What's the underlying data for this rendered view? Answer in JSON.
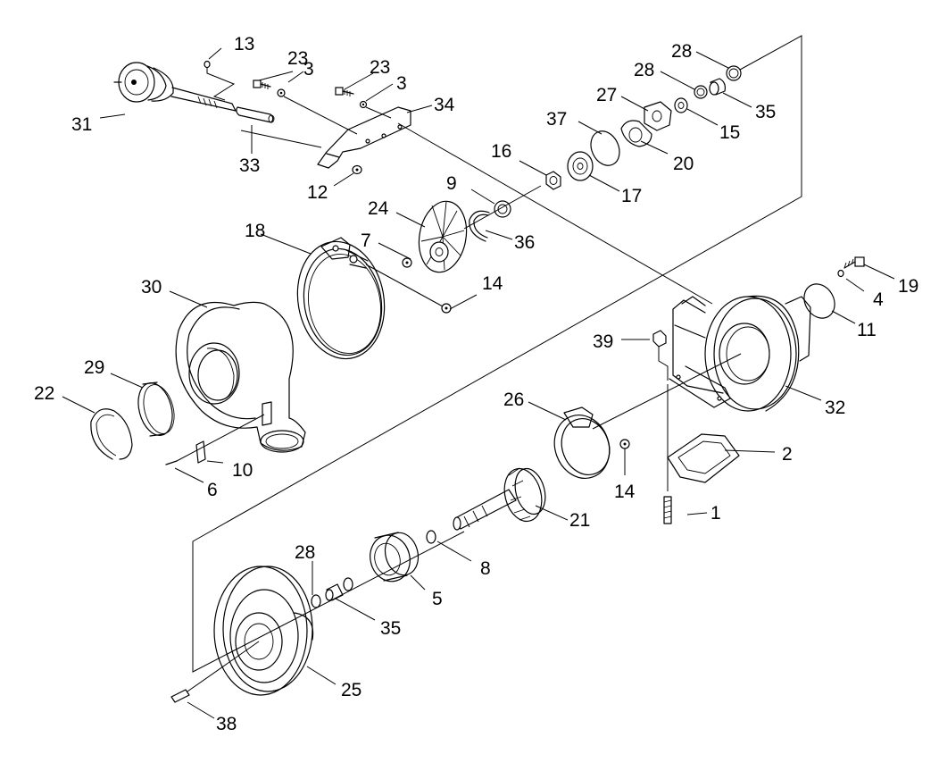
{
  "callouts": [
    {
      "id": "c1",
      "label": "1"
    },
    {
      "id": "c2",
      "label": "2"
    },
    {
      "id": "c3a",
      "label": "3"
    },
    {
      "id": "c3b",
      "label": "3"
    },
    {
      "id": "c4",
      "label": "4"
    },
    {
      "id": "c5",
      "label": "5"
    },
    {
      "id": "c6",
      "label": "6"
    },
    {
      "id": "c7",
      "label": "7"
    },
    {
      "id": "c8",
      "label": "8"
    },
    {
      "id": "c9",
      "label": "9"
    },
    {
      "id": "c10",
      "label": "10"
    },
    {
      "id": "c11",
      "label": "11"
    },
    {
      "id": "c12",
      "label": "12"
    },
    {
      "id": "c13",
      "label": "13"
    },
    {
      "id": "c14a",
      "label": "14"
    },
    {
      "id": "c14b",
      "label": "14"
    },
    {
      "id": "c15",
      "label": "15"
    },
    {
      "id": "c16",
      "label": "16"
    },
    {
      "id": "c17",
      "label": "17"
    },
    {
      "id": "c18",
      "label": "18"
    },
    {
      "id": "c19",
      "label": "19"
    },
    {
      "id": "c20",
      "label": "20"
    },
    {
      "id": "c21",
      "label": "21"
    },
    {
      "id": "c22",
      "label": "22"
    },
    {
      "id": "c23a",
      "label": "23"
    },
    {
      "id": "c23b",
      "label": "23"
    },
    {
      "id": "c24",
      "label": "24"
    },
    {
      "id": "c25",
      "label": "25"
    },
    {
      "id": "c26",
      "label": "26"
    },
    {
      "id": "c27",
      "label": "27"
    },
    {
      "id": "c28a",
      "label": "28"
    },
    {
      "id": "c28b",
      "label": "28"
    },
    {
      "id": "c28c",
      "label": "28"
    },
    {
      "id": "c29",
      "label": "29"
    },
    {
      "id": "c30",
      "label": "30"
    },
    {
      "id": "c31",
      "label": "31"
    },
    {
      "id": "c32",
      "label": "32"
    },
    {
      "id": "c33",
      "label": "33"
    },
    {
      "id": "c34",
      "label": "34"
    },
    {
      "id": "c35a",
      "label": "35"
    },
    {
      "id": "c35b",
      "label": "35"
    },
    {
      "id": "c36",
      "label": "36"
    },
    {
      "id": "c37",
      "label": "37"
    },
    {
      "id": "c38",
      "label": "38"
    },
    {
      "id": "c39",
      "label": "39"
    }
  ]
}
